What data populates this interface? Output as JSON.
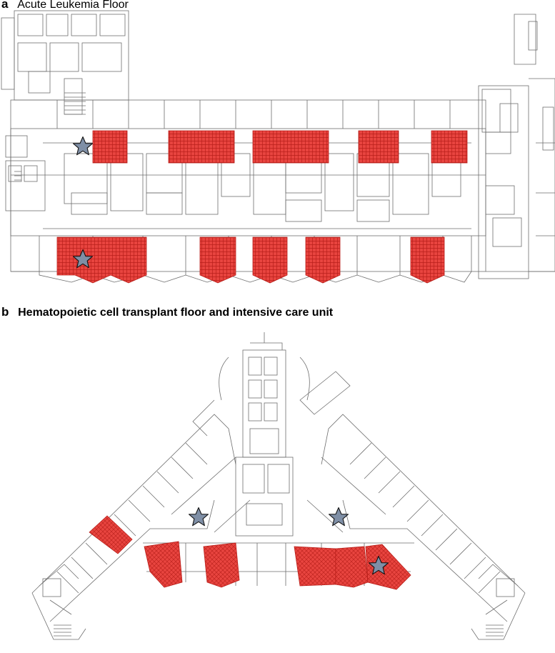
{
  "panel_a": {
    "letter": "a",
    "title": "Acute Leukemia Floor",
    "stars": 2
  },
  "panel_b": {
    "letter": "b",
    "title": "Hematopoietic cell transplant floor and intensive care unit",
    "stars": 3
  },
  "colors": {
    "highlight_fill": "#e8443f",
    "hatch_line": "#b91f1a",
    "star_fill": "#7f8fa6",
    "wall": "#6e6e6e",
    "background": "#ffffff"
  },
  "icons": [
    "star-icon"
  ]
}
